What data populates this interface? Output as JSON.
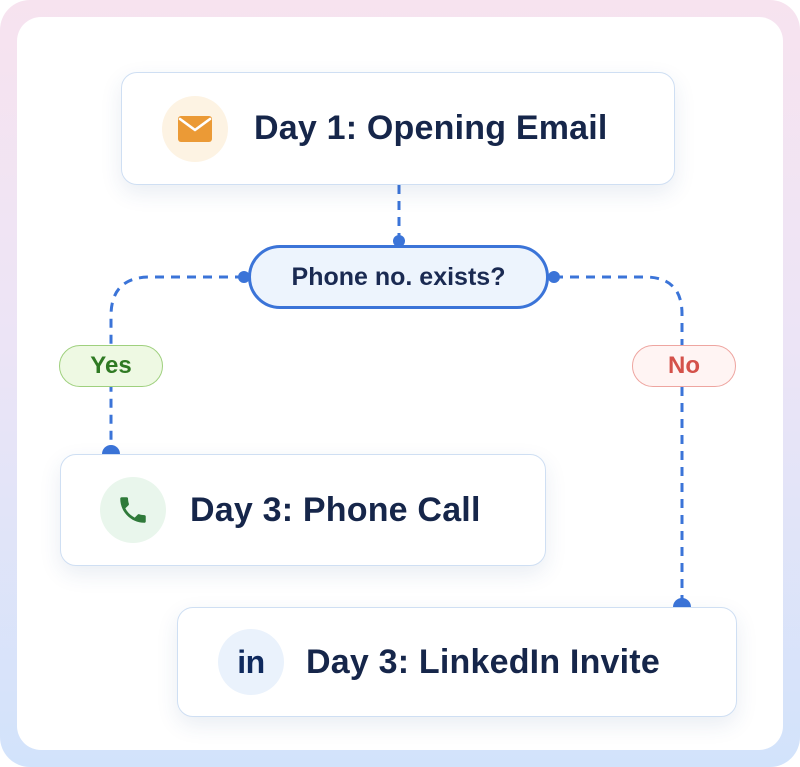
{
  "nodes": {
    "email": {
      "label": "Day 1: Opening Email",
      "icon": "envelope-icon"
    },
    "phone_call": {
      "label": "Day 3: Phone Call",
      "icon": "phone-icon"
    },
    "linkedin": {
      "label": "Day 3: LinkedIn Invite",
      "icon": "linkedin-icon",
      "icon_text": "in"
    }
  },
  "decision": {
    "label": "Phone no. exists?"
  },
  "branches": {
    "yes": {
      "label": "Yes"
    },
    "no": {
      "label": "No"
    }
  },
  "colors": {
    "connector": "#3b74d8",
    "yes_text": "#2f7a23",
    "yes_fill": "#eef9e3",
    "yes_border": "#9fd07e",
    "no_text": "#d4514a",
    "no_fill": "#fff4f3",
    "no_border": "#eea5a0",
    "email_icon": "#eb9a36",
    "phone_icon": "#2f7a3a",
    "linkedin_icon": "#0f2a5e"
  }
}
